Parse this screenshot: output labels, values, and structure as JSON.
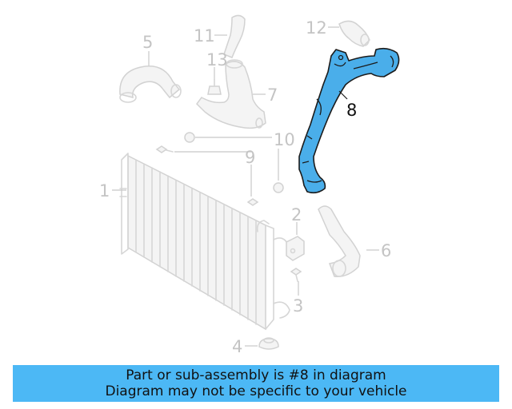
{
  "callouts": {
    "c1": "1",
    "c2": "2",
    "c3": "3",
    "c4": "4",
    "c5": "5",
    "c6": "6",
    "c7": "7",
    "c8": "8",
    "c9": "9",
    "c10": "10",
    "c11": "11",
    "c12": "12",
    "c13": "13"
  },
  "highlight_color": "#4aaeea",
  "banner": {
    "line1": "Part or sub-assembly is #8 in diagram",
    "line2": "Diagram may not be specific to your vehicle",
    "color": "#4cb8f5"
  }
}
